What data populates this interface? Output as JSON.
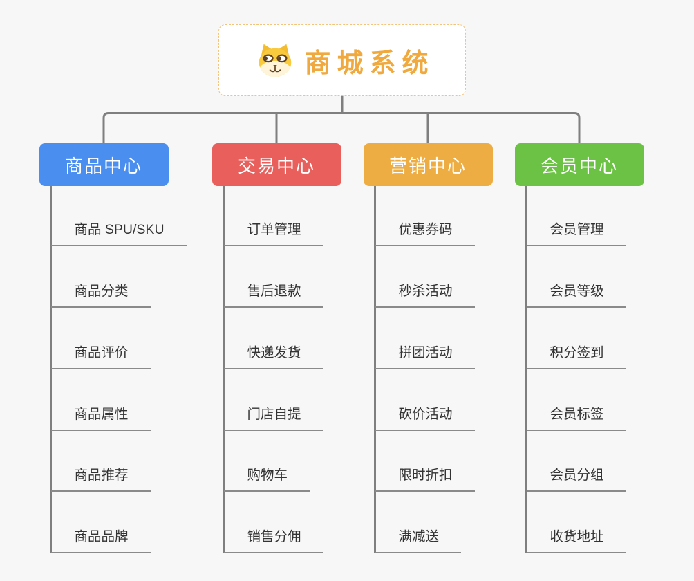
{
  "root": {
    "title": "商城系统",
    "icon": "dog-face-icon",
    "accent_color": "#efa93e",
    "border_color": "#f2c378"
  },
  "connector_color": "#7f7f7f",
  "leaf_line_color": "#8a8a8a",
  "branches": [
    {
      "label": "商品中心",
      "color": "#4a8ef0",
      "children": [
        "商品 SPU/SKU",
        "商品分类",
        "商品评价",
        "商品属性",
        "商品推荐",
        "商品品牌"
      ]
    },
    {
      "label": "交易中心",
      "color": "#e85f5c",
      "children": [
        "订单管理",
        "售后退款",
        "快递发货",
        "门店自提",
        "购物车",
        "销售分佣"
      ]
    },
    {
      "label": "营销中心",
      "color": "#edad43",
      "children": [
        "优惠券码",
        "秒杀活动",
        "拼团活动",
        "砍价活动",
        "限时折扣",
        "满减送"
      ]
    },
    {
      "label": "会员中心",
      "color": "#6cc244",
      "children": [
        "会员管理",
        "会员等级",
        "积分签到",
        "会员标签",
        "会员分组",
        "收货地址"
      ]
    }
  ]
}
